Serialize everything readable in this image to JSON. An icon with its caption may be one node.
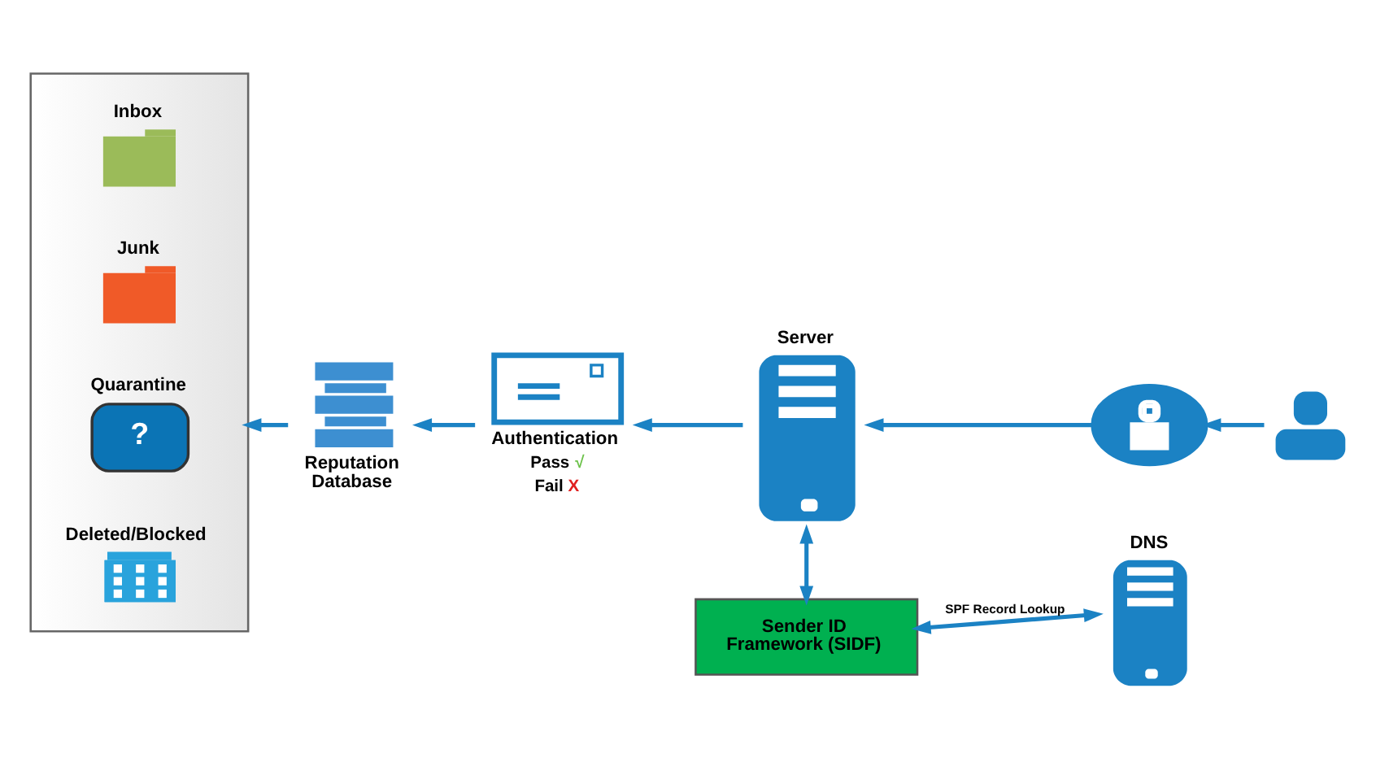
{
  "diagram": {
    "nodes": [
      {
        "text": [],
        "shape": "box"
      },
      {
        "text": [
          "Inbox"
        ],
        "in": 0
      },
      {
        "text": [
          "Junk"
        ],
        "in": 0
      },
      {
        "text": [
          "Quarantine",
          "?"
        ],
        "in": 0
      },
      {
        "text": [
          "Deleted/Blocked"
        ],
        "in": 0
      },
      {
        "text": [
          "Reputation Database"
        ]
      },
      {
        "text": [
          "Authentication",
          "Pass √",
          "Fail X"
        ]
      },
      {
        "text": [
          "Server"
        ]
      },
      {
        "text": [],
        "shape": "cloud"
      },
      {
        "text": [],
        "shape": "person"
      },
      {
        "text": [
          "Sender ID Framework (SIDF)"
        ]
      },
      {
        "text": [
          "DNS"
        ]
      }
    ],
    "edges": [
      {
        "from": 9,
        "to": 8,
        "arrow": "to"
      },
      {
        "from": 8,
        "to": 7,
        "arrow": "to"
      },
      {
        "from": 7,
        "to": 6,
        "arrow": "to"
      },
      {
        "from": 6,
        "to": 5,
        "arrow": "to"
      },
      {
        "from": 5,
        "to": 0,
        "arrow": "to"
      },
      {
        "from": 7,
        "to": 10,
        "arrow": "both"
      },
      {
        "from": 10,
        "to": 11,
        "arrow": "both",
        "label": "SPF Record Lookup"
      }
    ]
  }
}
